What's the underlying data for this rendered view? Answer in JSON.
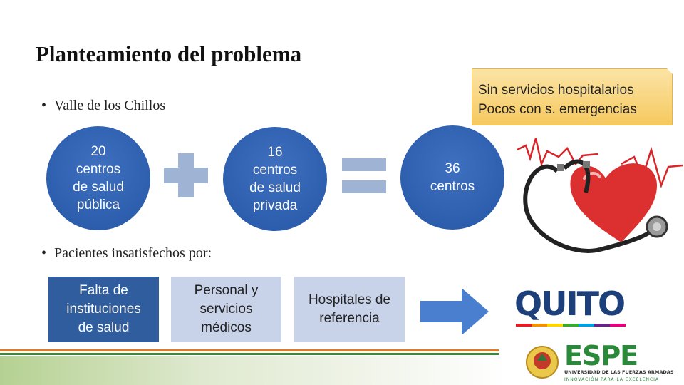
{
  "title": "Planteamiento del problema",
  "note": {
    "line1": "Sin servicios hospitalarios",
    "line2": "Pocos con s. emergencias"
  },
  "bullets": {
    "b1": "Valle de los Chillos",
    "b2": "Pacientes insatisfechos por:",
    "marker": "•"
  },
  "circles": {
    "public": [
      "20",
      "centros",
      "de salud",
      "pública"
    ],
    "private": [
      "16",
      "centros",
      "de salud",
      "privada"
    ],
    "total": [
      "36",
      "centros"
    ]
  },
  "boxes": {
    "box1": [
      "Falta de",
      "instituciones",
      "de salud"
    ],
    "box2": [
      "Personal y",
      "servicios",
      "médicos"
    ],
    "box3": [
      "Hospitales de",
      "referencia"
    ]
  },
  "logos": {
    "quito": "QUITO",
    "espe": "ESPE",
    "espe_sub1": "UNIVERSIDAD DE LAS FUERZAS ARMADAS",
    "espe_sub2": "INNOVACIÓN PARA LA EXCELENCIA"
  },
  "colors": {
    "circle_blue": "#2f62b3",
    "note_yellow": "#f6c95f",
    "operator_blue": "#9fb3d5",
    "box_dark": "#2f5d9e",
    "box_light": "#c8d3ea",
    "arrow_blue": "#4a7fd0"
  },
  "icons": [
    "plus-icon",
    "equals-icon",
    "right-arrow-icon",
    "heart-stethoscope-image",
    "quito-logo",
    "espe-logo"
  ]
}
